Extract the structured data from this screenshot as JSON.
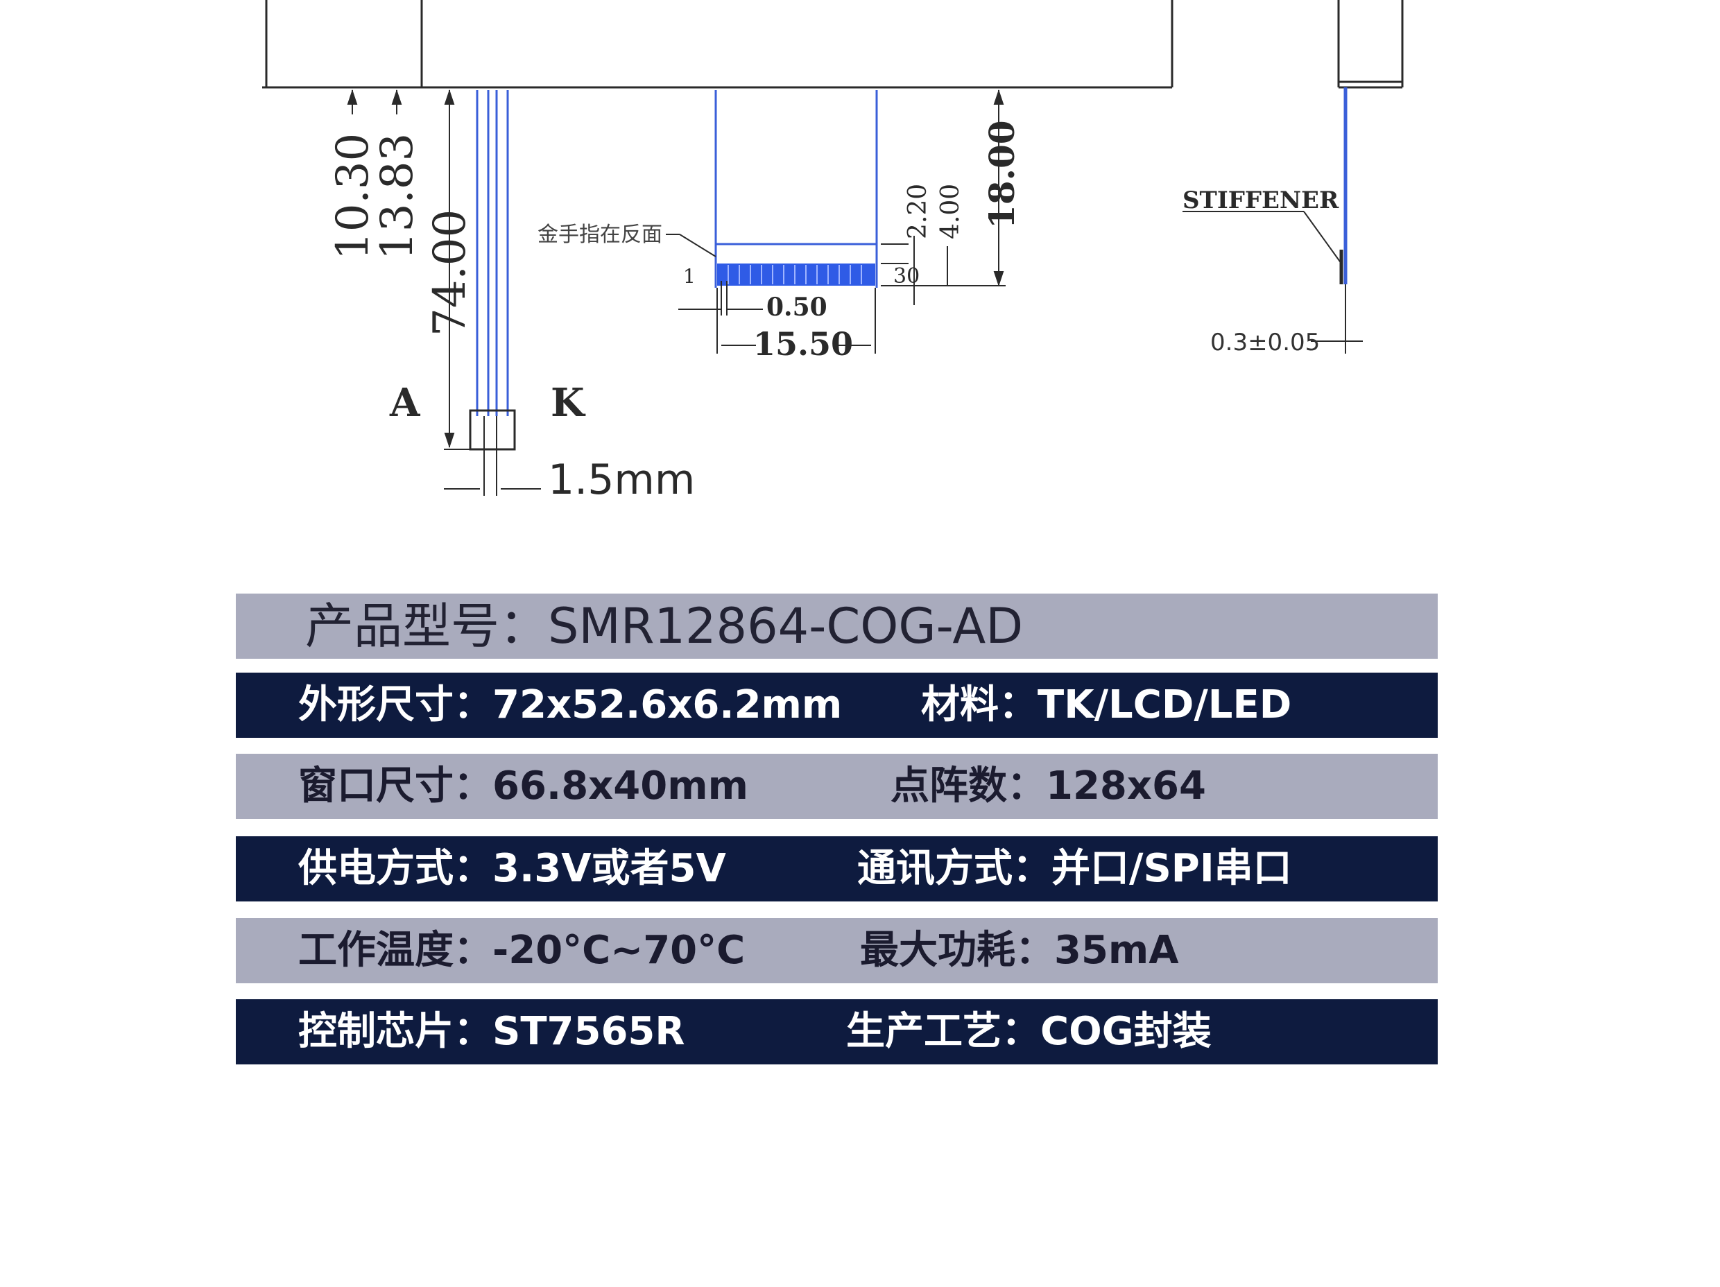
{
  "drawing": {
    "dims": {
      "d1030": "10.30",
      "d1383": "13.83",
      "d7400": "74.00",
      "d1800": "18.00",
      "d220": "2.20",
      "d400": "4.00",
      "d30": "30",
      "pitch": "0.50",
      "width": "15.50",
      "wire": "1.5mm",
      "thickness": "0.3±0.05"
    },
    "labels": {
      "anode": "A",
      "cathode": "K",
      "pin1": "1",
      "gold_finger_note": "金手指在反面",
      "stiffener": "STIFFENER"
    },
    "colors": {
      "line": "#2a2a2a",
      "fpc": "#3a5fd9",
      "contacts": "#2f5be6"
    }
  },
  "specs": {
    "model": {
      "label": "产品型号",
      "value": "SMR12864-COG-AD"
    },
    "rows": [
      {
        "l_label": "外形尺寸",
        "l_value": "72x52.6x6.2mm",
        "r_label": "材料",
        "r_value": "TK/LCD/LED"
      },
      {
        "l_label": "窗口尺寸",
        "l_value": "66.8x40mm",
        "r_label": "点阵数",
        "r_value": "128x64"
      },
      {
        "l_label": "供电方式",
        "l_value": "3.3V或者5V",
        "r_label": "通讯方式",
        "r_value": "并口/SPI串口"
      },
      {
        "l_label": "工作温度",
        "l_value": "-20°C~70°C",
        "r_label": "最大功耗",
        "r_value": "35mA"
      },
      {
        "l_label": "控制芯片",
        "l_value": "ST7565R",
        "r_label": "生产工艺",
        "r_value": "COG封装"
      }
    ],
    "colors": {
      "light": "#a9abbd",
      "dark": "#0e1b3f"
    }
  }
}
